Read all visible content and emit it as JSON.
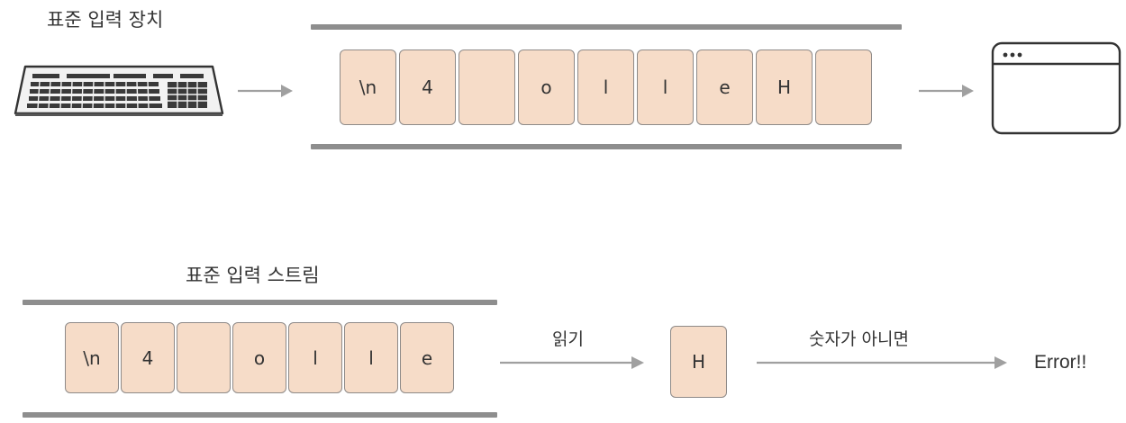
{
  "top": {
    "device_title": "표준 입력 장치",
    "buffer_cells": [
      "\\n",
      "4",
      "",
      "o",
      "l",
      "l",
      "e",
      "H",
      ""
    ]
  },
  "bottom": {
    "stream_title": "표준 입력 스트림",
    "stream_cells": [
      "\\n",
      "4",
      "",
      "o",
      "l",
      "l",
      "e"
    ],
    "read_label": "읽기",
    "read_char": "H",
    "condition_label": "숫자가 아니면",
    "result_text": "Error!!"
  },
  "icons": {
    "input_device": "keyboard-icon",
    "output_device": "browser-window-icon",
    "arrow": "arrow-right-icon"
  },
  "colors": {
    "cell_fill": "#f6dcc8",
    "cell_border": "#8e8a88",
    "rail": "#8e8e8e",
    "arrow": "#a0a0a0"
  }
}
